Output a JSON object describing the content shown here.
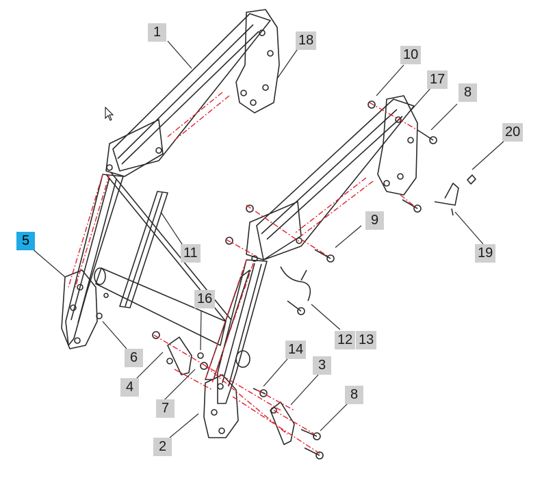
{
  "diagram": {
    "highlighted_part": "5",
    "colors": {
      "outline": "#2a2a2a",
      "hidden_line": "#e0202a",
      "label_bg": "#cfcfcf",
      "active_label_bg": "#1fa9e6"
    }
  },
  "callouts": [
    {
      "id": "1",
      "text": "1"
    },
    {
      "id": "18",
      "text": "18"
    },
    {
      "id": "10",
      "text": "10"
    },
    {
      "id": "17",
      "text": "17"
    },
    {
      "id": "8a",
      "text": "8"
    },
    {
      "id": "20",
      "text": "20"
    },
    {
      "id": "9",
      "text": "9"
    },
    {
      "id": "19",
      "text": "19"
    },
    {
      "id": "11",
      "text": "11"
    },
    {
      "id": "5",
      "text": "5"
    },
    {
      "id": "16",
      "text": "16"
    },
    {
      "id": "12",
      "text": "12"
    },
    {
      "id": "13",
      "text": "13"
    },
    {
      "id": "6",
      "text": "6"
    },
    {
      "id": "14",
      "text": "14"
    },
    {
      "id": "3",
      "text": "3"
    },
    {
      "id": "4",
      "text": "4"
    },
    {
      "id": "7",
      "text": "7"
    },
    {
      "id": "8b",
      "text": "8"
    },
    {
      "id": "2",
      "text": "2"
    }
  ]
}
